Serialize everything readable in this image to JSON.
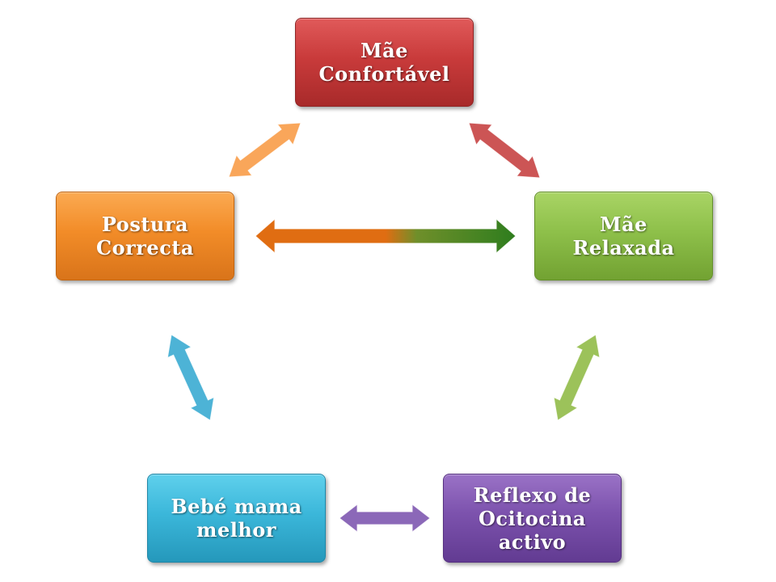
{
  "nodes": {
    "mae_confortavel": "Mãe\nConfortável",
    "mae_relaxada": "Mãe\nRelaxada",
    "postura_correcta": "Postura\nCorrecta",
    "bebe_mama_melhor": "Bebé mama\nmelhor",
    "reflexo_ocitocina": "Reflexo de\nOcitocina\nactivo"
  },
  "colors": {
    "red": "#c93b3b",
    "green": "#8ec04a",
    "dark_green": "#2e7d1e",
    "orange": "#f28c28",
    "dark_orange": "#e06d12",
    "light_orange": "#f9a65a",
    "blue": "#3bb7da",
    "light_blue": "#4db3d6",
    "purple": "#7c52ad",
    "light_purple": "#8b68b8",
    "brown_red": "#cc5555",
    "lime": "#9cc25a"
  },
  "connections": [
    {
      "from": "postura_correcta",
      "to": "mae_confortavel",
      "type": "double-arrow"
    },
    {
      "from": "mae_confortavel",
      "to": "mae_relaxada",
      "type": "double-arrow"
    },
    {
      "from": "postura_correcta",
      "to": "mae_relaxada",
      "type": "double-arrow"
    },
    {
      "from": "postura_correcta",
      "to": "bebe_mama_melhor",
      "type": "double-arrow"
    },
    {
      "from": "mae_relaxada",
      "to": "reflexo_ocitocina",
      "type": "double-arrow"
    },
    {
      "from": "bebe_mama_melhor",
      "to": "reflexo_ocitocina",
      "type": "double-arrow"
    }
  ]
}
